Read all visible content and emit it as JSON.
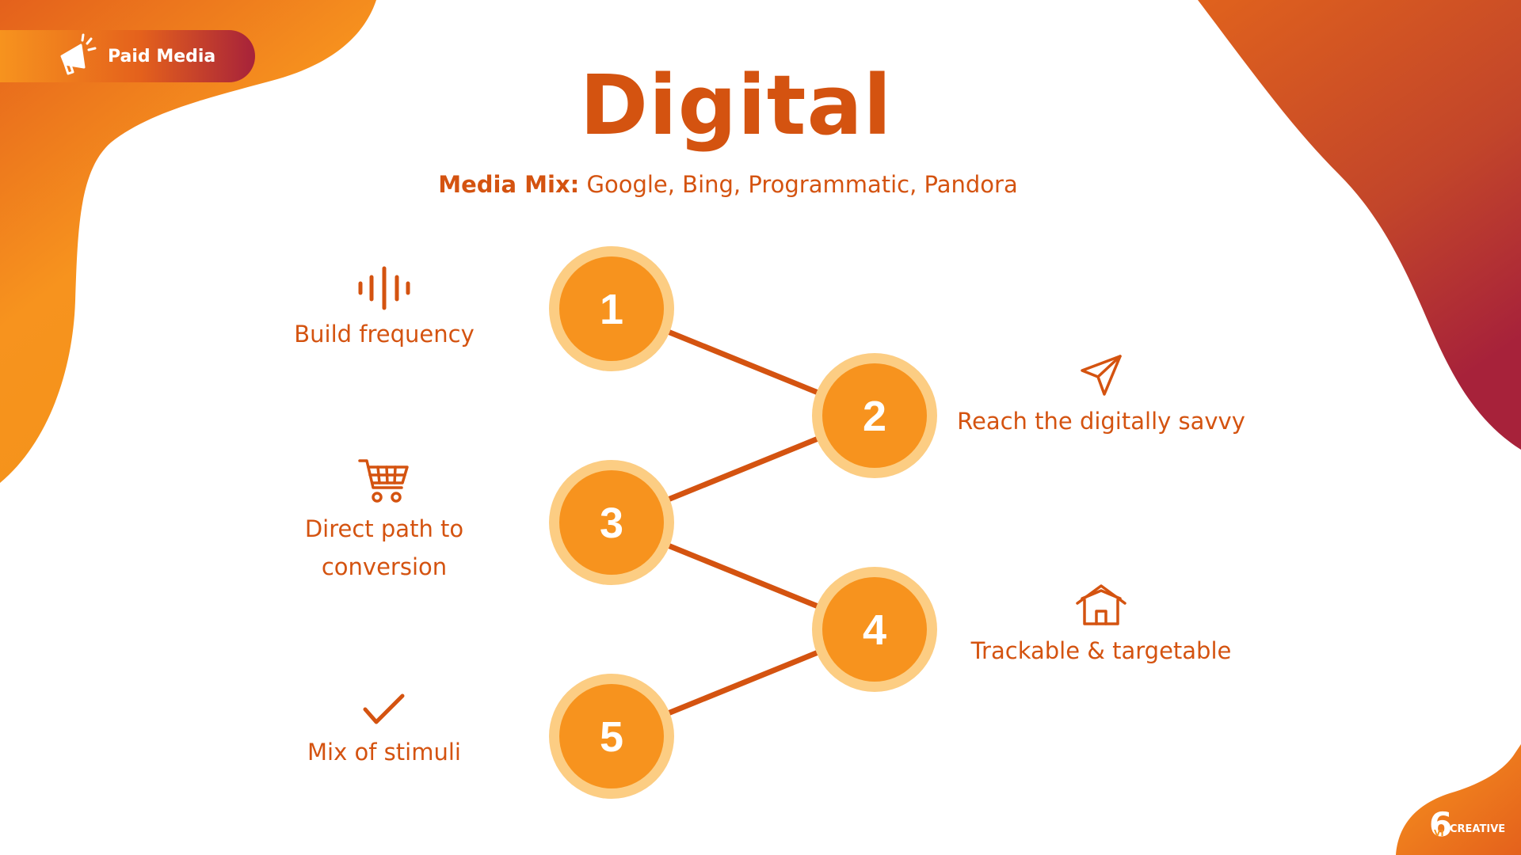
{
  "colors": {
    "primary": "#d45310",
    "circle": "#f7931e",
    "circle_halo": "#fccd83",
    "blob_orange": "#f7931e",
    "blob_red": "#a7223a"
  },
  "tag": {
    "label": "Paid Media",
    "icon": "megaphone-icon"
  },
  "title": "Digital",
  "subtitle": {
    "label": "Media Mix:",
    "text": " Google, Bing, Programmatic, Pandora"
  },
  "steps": [
    {
      "number": "1",
      "label": "Build frequency",
      "icon": "sound-wave-icon"
    },
    {
      "number": "2",
      "label": "Reach the digitally savvy",
      "icon": "paper-plane-icon"
    },
    {
      "number": "3",
      "label": "Direct path to conversion",
      "icon": "shopping-cart-icon"
    },
    {
      "number": "4",
      "label": "Trackable & targetable",
      "icon": "house-icon"
    },
    {
      "number": "5",
      "label": "Mix of stimuli",
      "icon": "checkmark-icon"
    }
  ],
  "logo": {
    "mark": "6",
    "prefix": "VI",
    "text": "CREATIVE"
  }
}
